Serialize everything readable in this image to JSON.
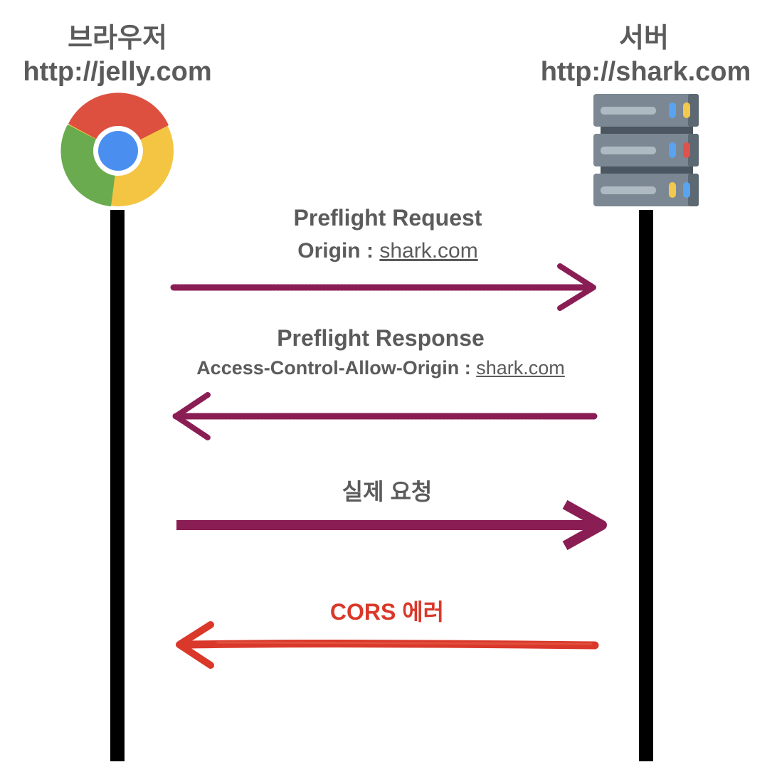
{
  "browser": {
    "name": "브라우저",
    "url": "http://jelly.com",
    "icon": "chrome-icon"
  },
  "server": {
    "name": "서버",
    "url": "http://shark.com",
    "icon": "server-rack-icon"
  },
  "messages": [
    {
      "title": "Preflight Request",
      "header_name": "Origin",
      "separator": ":",
      "header_value": "shark.com",
      "direction": "browser-to-server",
      "style": "dotted",
      "color": "#8a1e54"
    },
    {
      "title": "Preflight Response",
      "header_name": "Access-Control-Allow-Origin",
      "separator": ":",
      "header_value": "shark.com",
      "direction": "server-to-browser",
      "style": "dotted",
      "color": "#8a1e54"
    },
    {
      "title": "실제 요청",
      "direction": "browser-to-server",
      "style": "solid",
      "color": "#8a1e54"
    },
    {
      "title": "CORS 에러",
      "direction": "server-to-browser",
      "style": "brush",
      "color": "#d9382a"
    }
  ],
  "colors": {
    "text": "#5b5b5b",
    "error": "#d9382a",
    "arrow": "#8a1e54",
    "lifeline": "#000000"
  }
}
